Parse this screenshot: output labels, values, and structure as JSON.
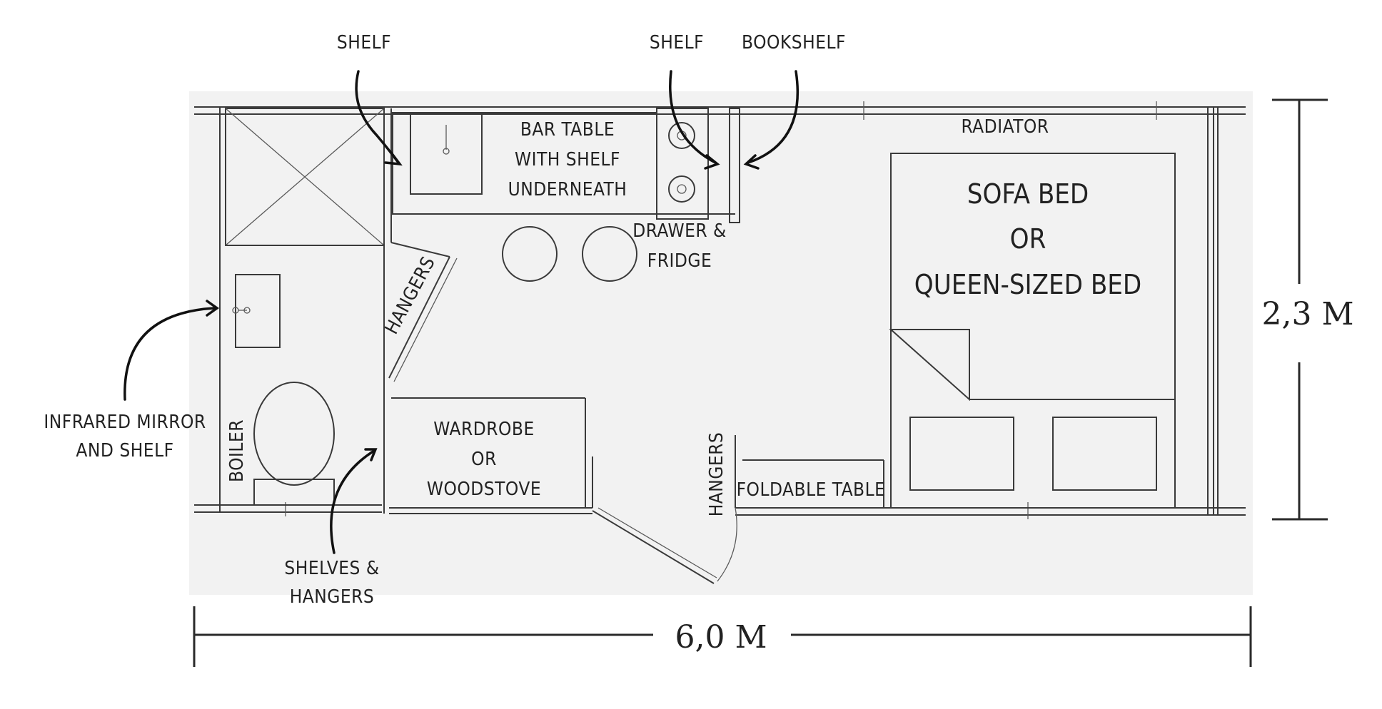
{
  "labels": {
    "shelf_left": "SHELF",
    "shelf_right": "SHELF",
    "bookshelf": "BOOKSHELF",
    "bar_table_1": "BAR TABLE",
    "bar_table_2": "WITH SHELF",
    "bar_table_3": "UNDERNEATH",
    "radiator": "RADIATOR",
    "drawer_1": "DRAWER &",
    "drawer_2": "FRIDGE",
    "sofa_1": "SOFA BED",
    "sofa_2": "OR",
    "sofa_3": "QUEEN-SIZED BED",
    "hangers_top": "HANGERS",
    "mirror_1": "INFRARED MIRROR",
    "mirror_2": "AND SHELF",
    "boiler": "BOILER",
    "wardrobe_1": "WARDROBE",
    "wardrobe_2": "OR",
    "wardrobe_3": "WOODSTOVE",
    "hangers_bottom": "HANGERS",
    "foldable_table": "FOLDABLE TABLE",
    "shelves_1": "SHELVES &",
    "shelves_2": "HANGERS"
  },
  "dimensions": {
    "height": "2,3 M",
    "width": "6,0 M"
  },
  "colors": {
    "floor": "#f3f3f3",
    "line": "#3a3a3a",
    "text": "#222222"
  }
}
